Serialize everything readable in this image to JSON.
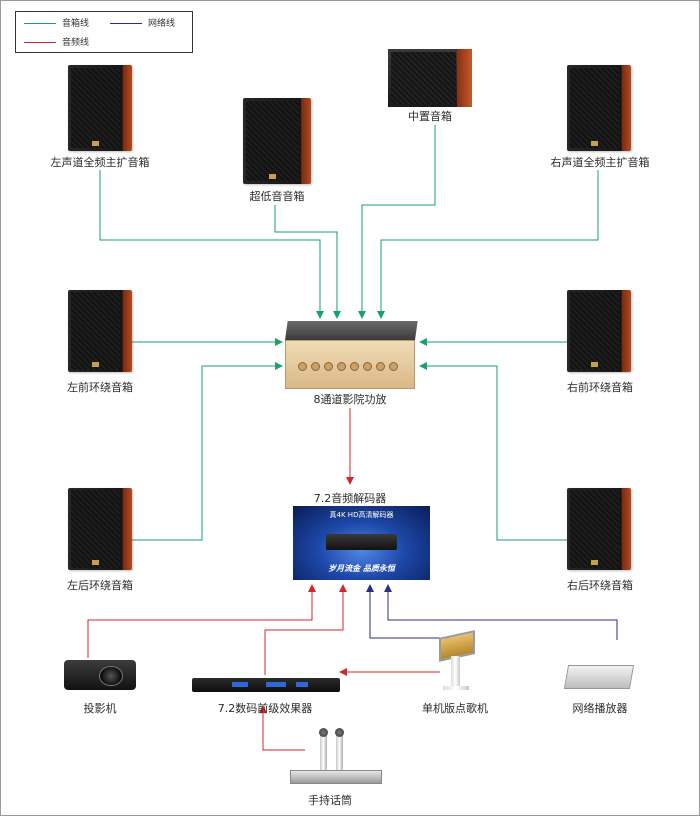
{
  "legend": {
    "speaker_line": "音箱线",
    "network_line": "网络线",
    "audio_line": "音频线"
  },
  "colors": {
    "speaker_line": "#1aa06a",
    "network_line": "#2a2f8a",
    "audio_line": "#d7262b",
    "label_text": "#2b2b2b"
  },
  "devices": {
    "left_main": "左声道全频主扩音箱",
    "subwoofer": "超低音音箱",
    "center": "中置音箱",
    "right_main": "右声道全频主扩音箱",
    "left_front_surround": "左前环绕音箱",
    "amplifier": "8通道影院功放",
    "right_front_surround": "右前环绕音箱",
    "decoder": "7.2音频解码器",
    "left_rear_surround": "左后环绕音箱",
    "right_rear_surround": "右后环绕音箱",
    "projector": "投影机",
    "effect_processor": "7.2数码前级效果器",
    "karaoke_machine": "单机版点歌机",
    "network_player": "网络播放器",
    "microphone": "手持话筒"
  },
  "decoder_screen": {
    "title": "真4K HD高清解码器",
    "slogan": "岁月流金  品质永恒"
  },
  "icons": {
    "speaker": "speaker-cabinet-icon",
    "amplifier": "amplifier-icon",
    "decoder": "decoder-screen-icon",
    "projector": "projector-icon",
    "effect_processor": "rack-processor-icon",
    "karaoke_machine": "karaoke-kiosk-icon",
    "network_player": "media-player-icon",
    "microphone": "wireless-microphone-icon"
  }
}
